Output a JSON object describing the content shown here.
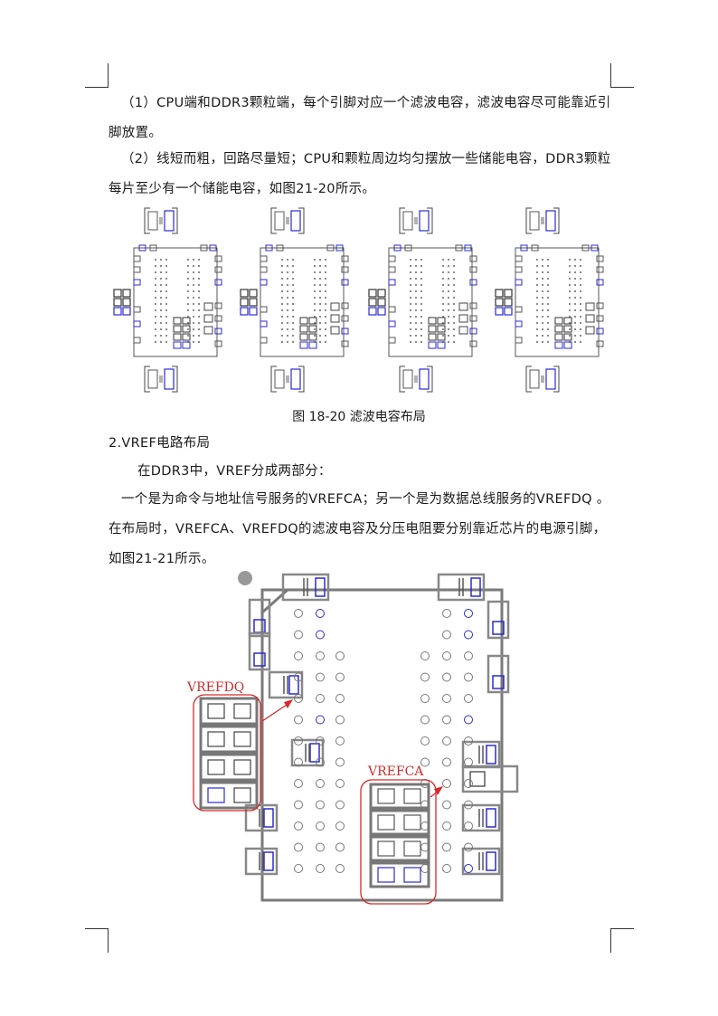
{
  "paragraphs": [
    "（1）CPU端和DDR3颗粒端，每个引脚对应一个滤波电容，滤波电容尽可能靠近引脚放置。",
    "（2）线短而粗，回路尽量短；CPU和颗粒周边均匀摆放一些储能电容，DDR3颗粒每片至少有一个储能电容，如图21-20所示。"
  ],
  "figure1": {
    "caption": "图 18-20  滤波电容布局"
  },
  "section": {
    "heading": "2.VREF电路布局",
    "intro": "在DDR3中，VREF分成两部分：",
    "body": "一个是为命令与地址信号服务的VREFCA；另一个是为数据总线服务的VREFDQ 。在布局时，VREFCA、VREFDQ的滤波电容及分压电阻要分别靠近芯片的电源引脚，如图21-21所示。"
  },
  "figure2": {
    "label_dq": "VREFDQ",
    "label_ca": "VREFCA"
  },
  "colors": {
    "annotation_red": "#d42a2a",
    "cap_blue": "#2b2bd0",
    "outline_gray": "#7a7a7a"
  }
}
